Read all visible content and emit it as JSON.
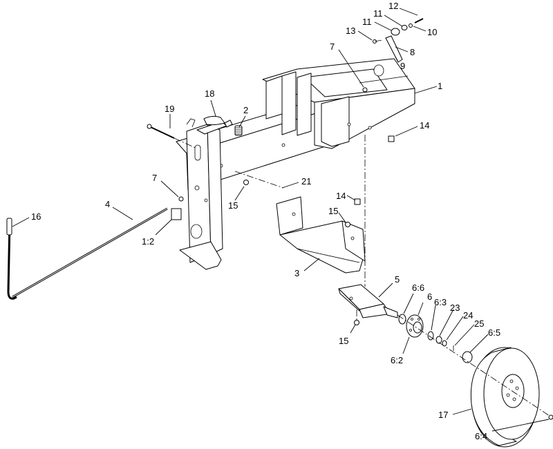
{
  "labels": {
    "l1": "1",
    "l2": "2",
    "l3": "3",
    "l4": "4",
    "l5": "5",
    "l6": "6",
    "l7a": "7",
    "l7b": "7",
    "l8": "8",
    "l9": "9",
    "l10": "10",
    "l11a": "11",
    "l11b": "11",
    "l12": "12",
    "l13": "13",
    "l14a": "14",
    "l14b": "14",
    "l15a": "15",
    "l15b": "15",
    "l15c": "15",
    "l16": "16",
    "l17": "17",
    "l18": "18",
    "l19": "19",
    "l21": "21",
    "l23": "23",
    "l24": "24",
    "l25": "25",
    "l1_2": "1:2",
    "l6_2": "6:2",
    "l6_3": "6:3",
    "l6_4": "6:4",
    "l6_5": "6:5",
    "l6_6": "6:6"
  }
}
